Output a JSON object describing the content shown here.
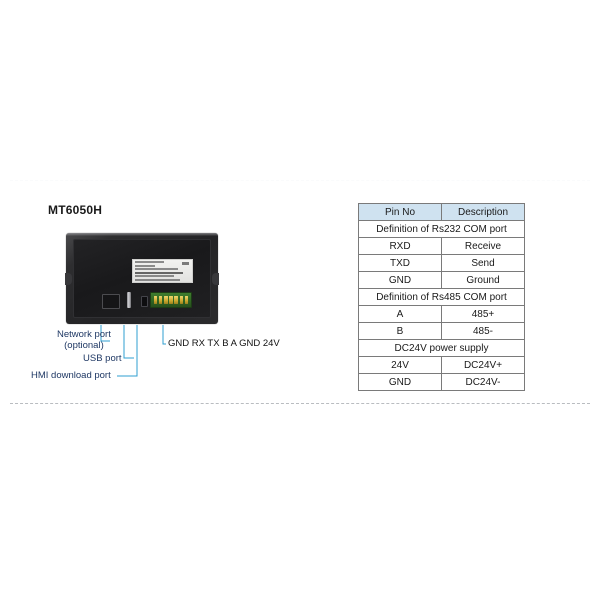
{
  "page": {
    "background": "#ffffff",
    "divider_color_top": "#fafbfc",
    "divider_color_bottom": "#b9bcc0"
  },
  "model": {
    "title": "MT6050H"
  },
  "device": {
    "name": "hmi-panel-rear-view",
    "ports": [
      {
        "name": "ethernet-port",
        "label": "Network port"
      },
      {
        "name": "usb-port",
        "label": "USB port"
      },
      {
        "name": "download-port",
        "label": "HMI download port"
      },
      {
        "name": "terminal-block",
        "label": "GND RX TX B A GND 24V"
      }
    ]
  },
  "callouts": {
    "network_line1": "Network port",
    "network_line2": "(optional)",
    "usb": "USB port",
    "hmi_download": "HMI download port",
    "terminal": "GND RX TX B A GND 24V"
  },
  "pin_table": {
    "header_bg": "#cfe2f0",
    "headers": {
      "pin_no": "Pin No",
      "description": "Description"
    },
    "rows": [
      {
        "type": "section",
        "text": "Definition of Rs232 COM port"
      },
      {
        "type": "pair",
        "pin": "RXD",
        "desc": "Receive"
      },
      {
        "type": "pair",
        "pin": "TXD",
        "desc": "Send"
      },
      {
        "type": "pair",
        "pin": "GND",
        "desc": "Ground"
      },
      {
        "type": "section",
        "text": "Definition of Rs485 COM port"
      },
      {
        "type": "pair",
        "pin": "A",
        "desc": "485+"
      },
      {
        "type": "pair",
        "pin": "B",
        "desc": "485-"
      },
      {
        "type": "section",
        "text": "DC24V power supply"
      },
      {
        "type": "pair",
        "pin": "24V",
        "desc": "DC24V+"
      },
      {
        "type": "pair",
        "pin": "GND",
        "desc": "DC24V-"
      }
    ]
  }
}
